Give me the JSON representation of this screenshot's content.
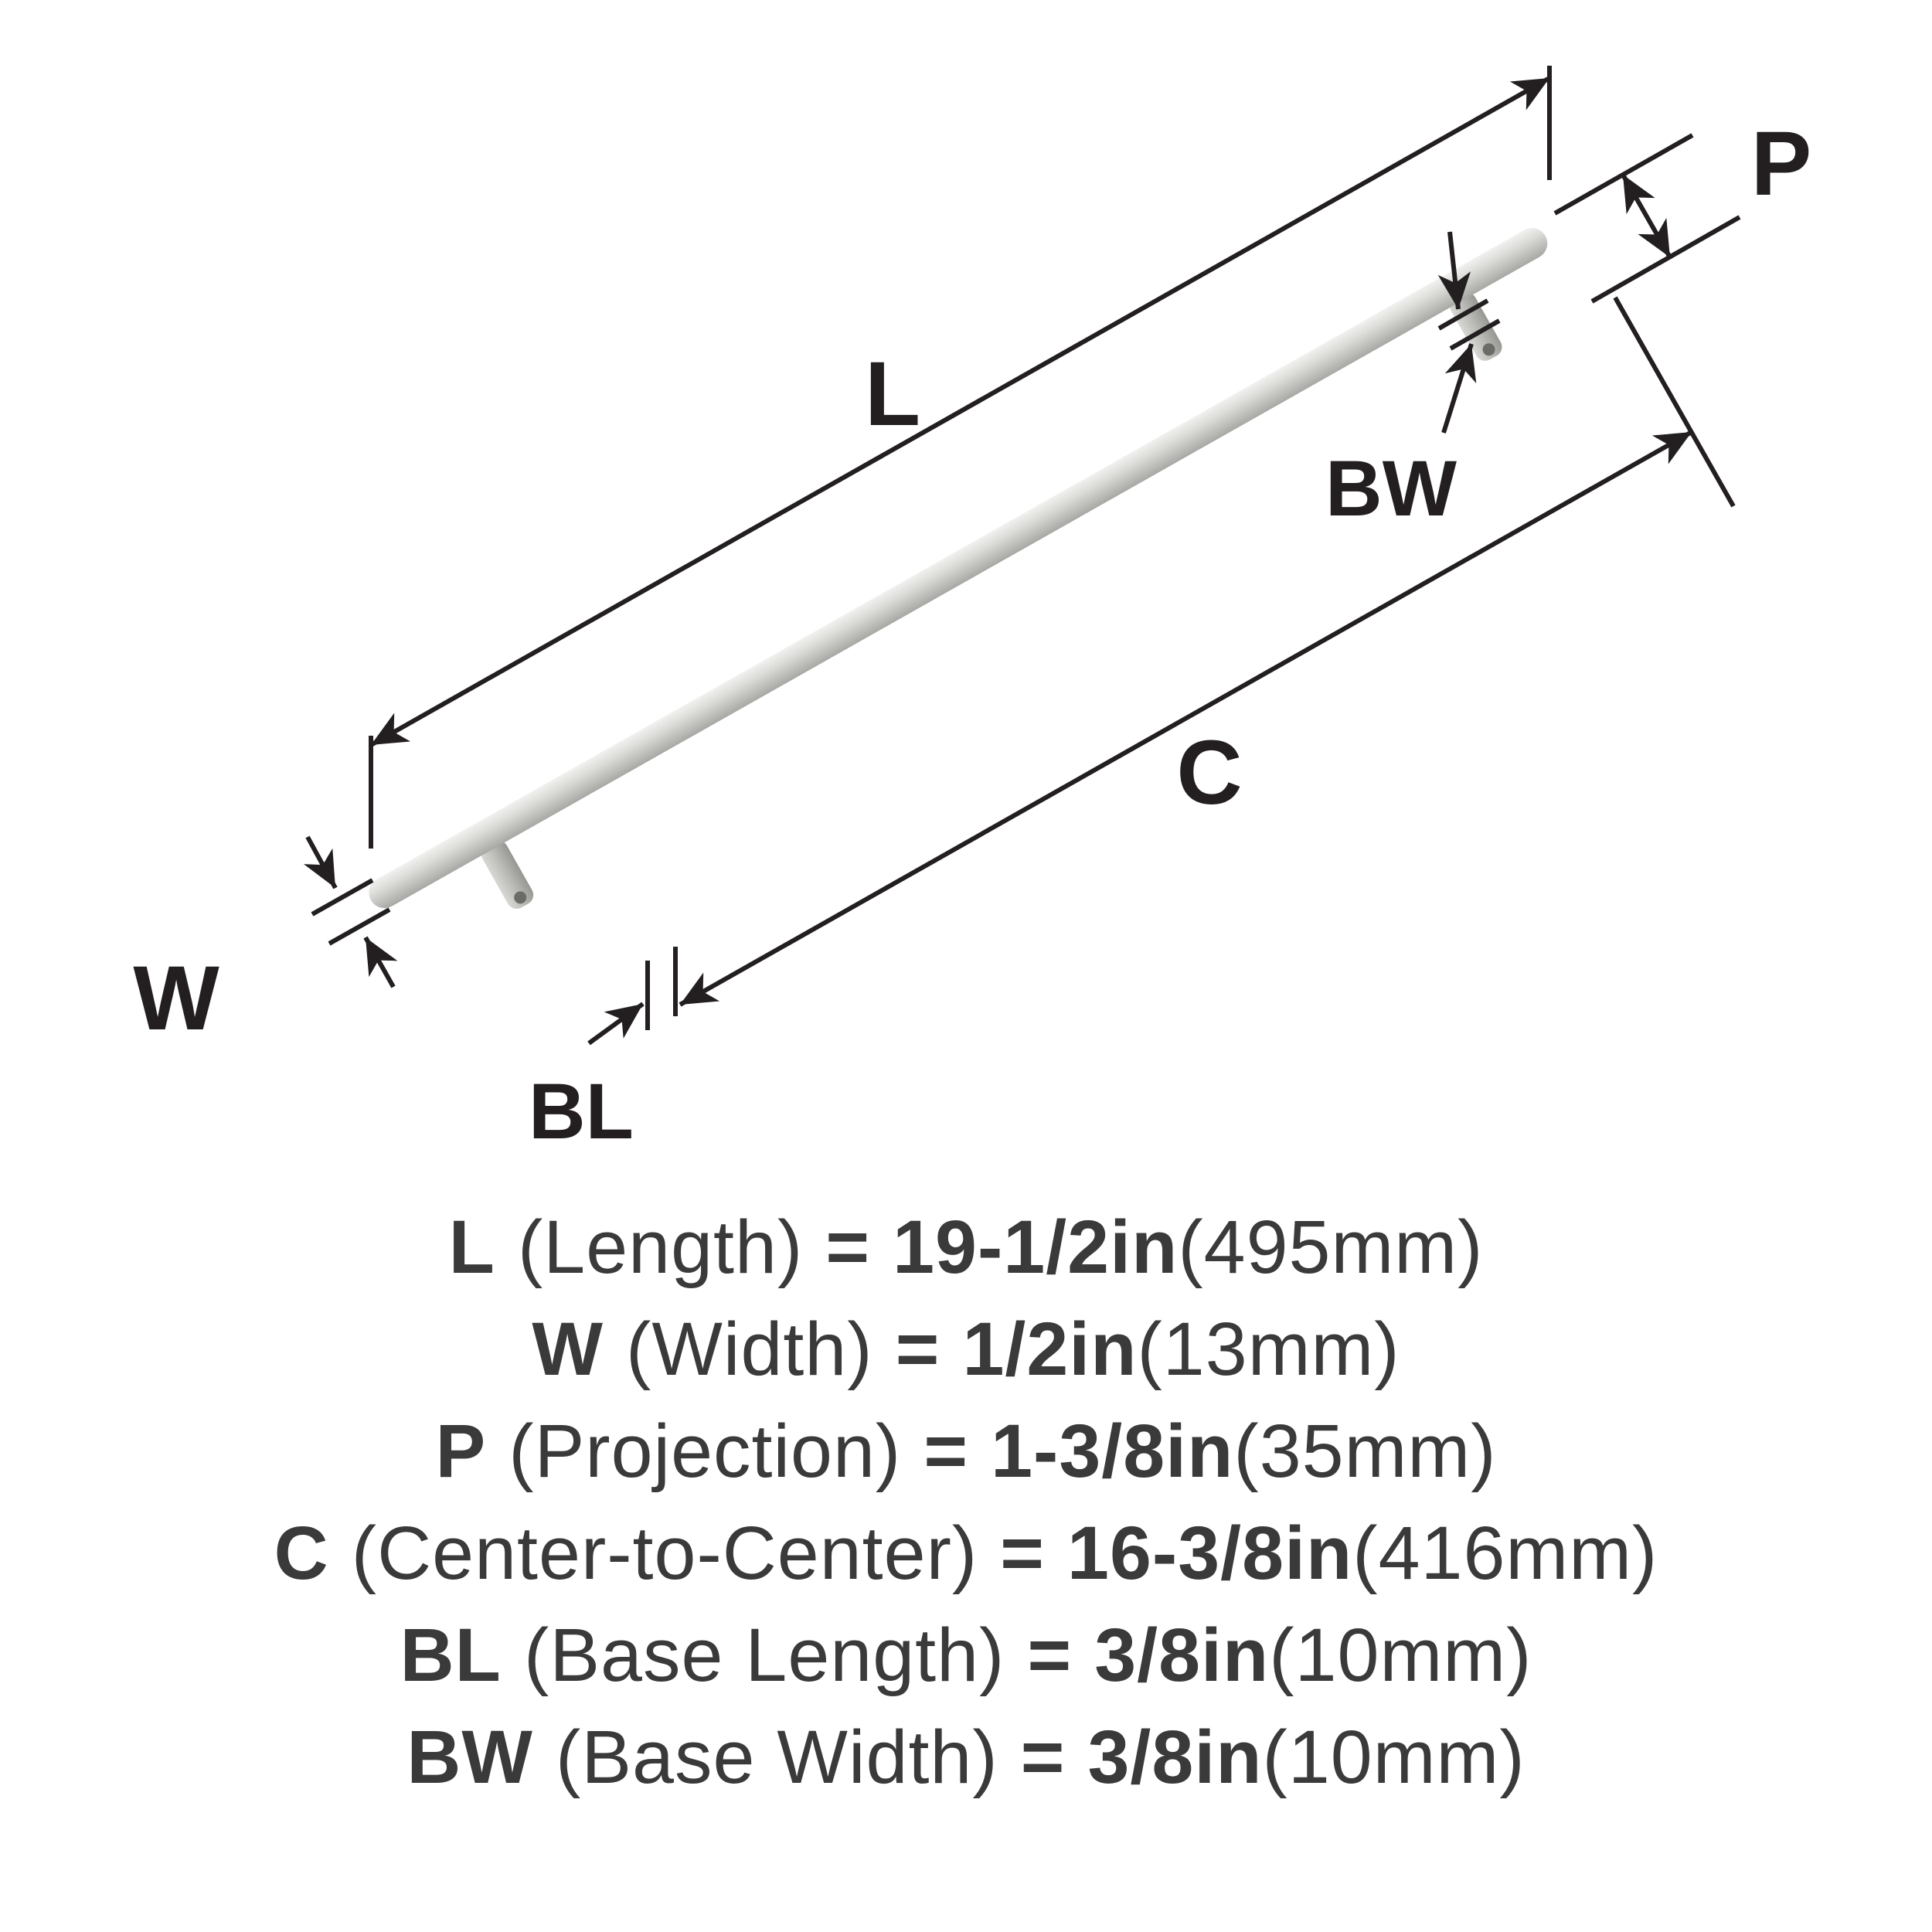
{
  "diagram": {
    "dim_labels": {
      "L": "L",
      "P": "P",
      "BW": "BW",
      "C": "C",
      "W": "W",
      "BL": "BL"
    }
  },
  "specs": [
    {
      "abbr": "L",
      "name": "(Length)",
      "eq": "=",
      "value": "19-1/2in",
      "metric": "(495mm)"
    },
    {
      "abbr": "W",
      "name": "(Width)",
      "eq": "=",
      "value": "1/2in",
      "metric": "(13mm)"
    },
    {
      "abbr": "P",
      "name": "(Projection)",
      "eq": "=",
      "value": "1-3/8in",
      "metric": "(35mm)"
    },
    {
      "abbr": "C",
      "name": "(Center-to-Center)",
      "eq": "=",
      "value": "16-3/8in",
      "metric": "(416mm)"
    },
    {
      "abbr": "BL",
      "name": "(Base Length)",
      "eq": "=",
      "value": "3/8in",
      "metric": "(10mm)"
    },
    {
      "abbr": "BW",
      "name": "(Base Width)",
      "eq": "=",
      "value": "3/8in",
      "metric": "(10mm)"
    }
  ],
  "colors": {
    "line": "#231f20",
    "text": "#3a3a3a",
    "steel_light": "#f1f1ef",
    "steel_mid": "#d6d6d3",
    "steel_dark": "#a7a7a4"
  }
}
